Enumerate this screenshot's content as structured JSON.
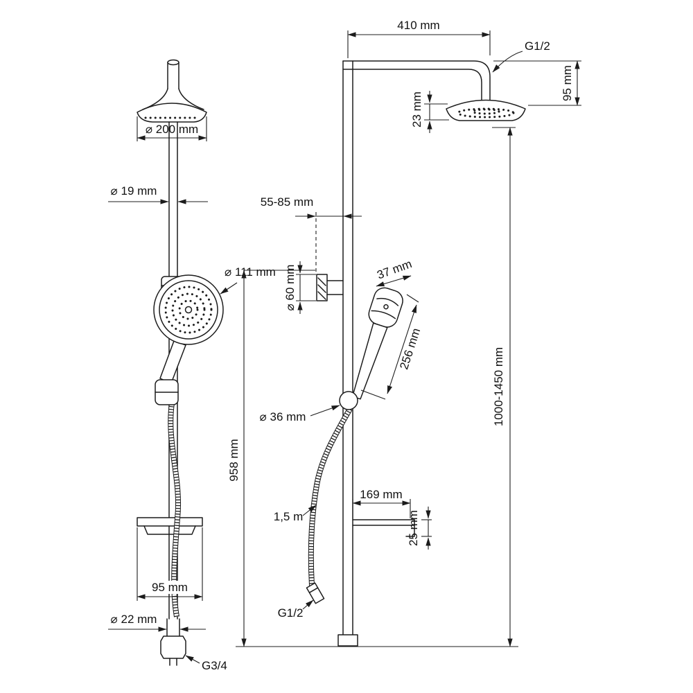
{
  "labels": {
    "top_width": "410 mm",
    "top_thread": "G1/2",
    "arm_to_head": "95 mm",
    "head_thickness": "23 mm",
    "head_diameter": "⌀ 200 mm",
    "pipe_diameter": "⌀ 19 mm",
    "wall_distance": "55-85 mm",
    "hand_shower_diameter": "⌀ 111 mm",
    "bracket_diameter": "⌀ 60 mm",
    "hand_shower_width": "37 mm",
    "hand_shower_length": "256 mm",
    "slider_diameter": "⌀ 36 mm",
    "rail_height": "958 mm",
    "total_height": "1000-1450 mm",
    "shelf_length": "169 mm",
    "shelf_thickness": "25 mm",
    "hose_length": "1,5 m",
    "shelf_depth": "95 mm",
    "bottom_pipe_diameter": "⌀ 22 mm",
    "bottom_thread": "G3/4",
    "hose_thread": "G1/2"
  }
}
